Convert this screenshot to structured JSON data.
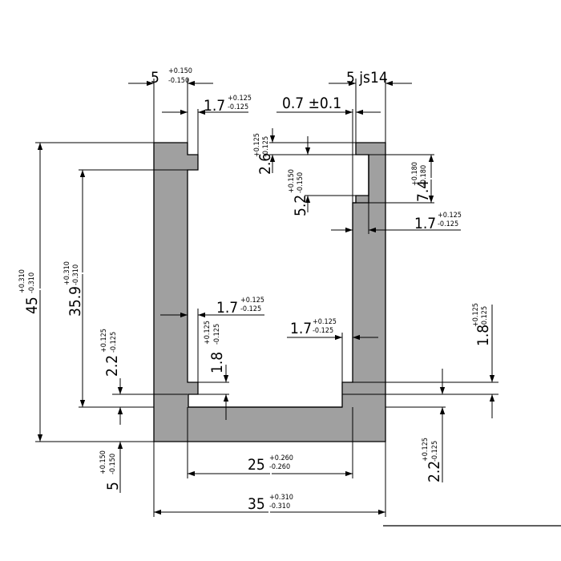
{
  "colors": {
    "profile_fill": "#a0a0a0",
    "line": "#000000",
    "background": "#ffffff"
  },
  "dims": {
    "d_5_top": {
      "nominal": "5",
      "upper": "+0.150",
      "lower": "-0.150"
    },
    "d_17_tl": {
      "nominal": "1.7",
      "upper": "+0.125",
      "lower": "-0.125"
    },
    "d_5_js14": {
      "nominal": "5 js14"
    },
    "d_07": {
      "nominal": "0.7 ±0.1"
    },
    "d_26": {
      "nominal": "2.6",
      "upper": "+0.125",
      "lower": "-0.125"
    },
    "d_52": {
      "nominal": "5.2",
      "upper": "+0.150",
      "lower": "-0.150"
    },
    "d_74": {
      "nominal": "7.4",
      "upper": "+0.180",
      "lower": "-0.180"
    },
    "d_17_r": {
      "nominal": "1.7",
      "upper": "+0.125",
      "lower": "-0.125"
    },
    "d_45": {
      "nominal": "45",
      "upper": "+0.310",
      "lower": "-0.310"
    },
    "d_359": {
      "nominal": "35.9",
      "upper": "+0.310",
      "lower": "-0.310"
    },
    "d_17_ml": {
      "nominal": "1.7",
      "upper": "+0.125",
      "lower": "-0.125"
    },
    "d_17_mr": {
      "nominal": "1.7",
      "upper": "+0.125",
      "lower": "-0.125"
    },
    "d_18_l": {
      "nominal": "1.8",
      "upper": "+0.125",
      "lower": "-0.125"
    },
    "d_18_r": {
      "nominal": "1.8",
      "upper": "+0.125",
      "lower": "-0.125"
    },
    "d_22_l": {
      "nominal": "2.2",
      "upper": "+0.125",
      "lower": "-0.125"
    },
    "d_22_r": {
      "nominal": "2.2",
      "upper": "+0.125",
      "lower": "-0.125"
    },
    "d_5_bot": {
      "nominal": "5",
      "upper": "+0.150",
      "lower": "-0.150"
    },
    "d_25": {
      "nominal": "25",
      "upper": "+0.260",
      "lower": "-0.260"
    },
    "d_35": {
      "nominal": "35",
      "upper": "+0.310",
      "lower": "-0.310"
    }
  }
}
